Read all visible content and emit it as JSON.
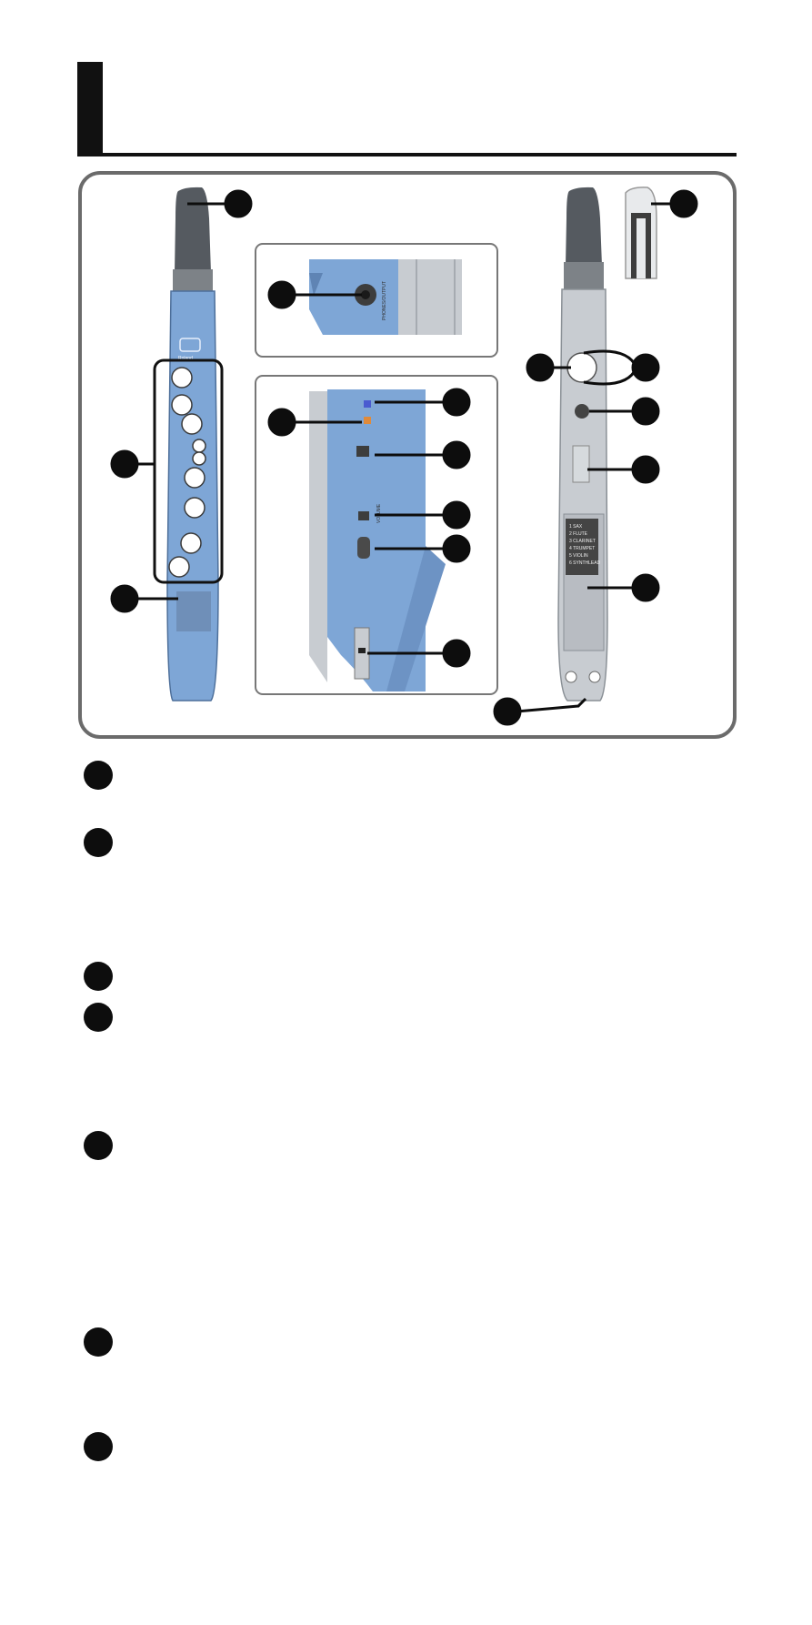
{
  "page": {
    "title": ""
  },
  "figure": {
    "phones_label": "PHONES/OUTPUT",
    "volume_label": "VOLUME",
    "brand_label": "Roland",
    "panel_lines": [
      "1 SAX",
      "2 FLUTE",
      "3 CLARINET",
      "4 TRUMPET",
      "5 VIOLIN",
      "6 SYNTHLEAD"
    ]
  },
  "descriptions": [
    {
      "number": "",
      "text": ""
    },
    {
      "number": "",
      "text": ""
    },
    {
      "number": "",
      "text": ""
    },
    {
      "number": "",
      "text": ""
    },
    {
      "number": "",
      "text": ""
    },
    {
      "number": "",
      "text": ""
    },
    {
      "number": "",
      "text": ""
    }
  ],
  "colors": {
    "instrument_blue": "#7ea6d6",
    "instrument_gray": "#c8ccd1",
    "mouthpiece": "#555a60",
    "callout": "#0d0d0d",
    "frame": "#6b6b6b"
  }
}
